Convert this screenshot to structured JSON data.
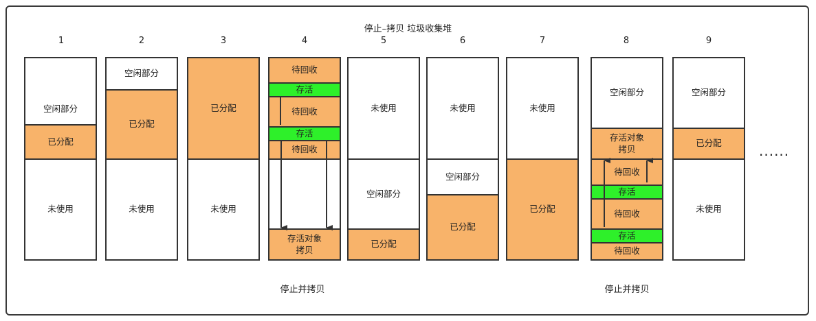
{
  "title": "停止–拷贝 垃圾收集堆",
  "labels": {
    "free": "空闲部分",
    "allocated": "已分配",
    "unused": "未使用",
    "to_collect": "待回收",
    "alive": "存活",
    "alive_copy": "存活对象\n拷贝"
  },
  "columns": [
    "1",
    "2",
    "3",
    "4",
    "5",
    "6",
    "7",
    "8",
    "9"
  ],
  "captions": [
    "停止并拷贝",
    "停止并拷贝"
  ],
  "ellipsis": "······",
  "colors": {
    "allocated": "#f8b36a",
    "alive": "#2ef02a",
    "border": "#333333"
  }
}
